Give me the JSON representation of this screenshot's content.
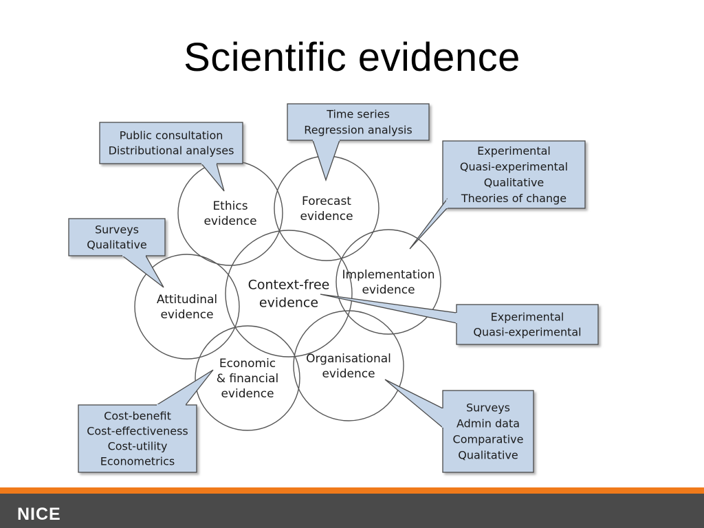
{
  "title": "Scientific evidence",
  "circles": [
    {
      "id": "ethics",
      "lines": [
        "Ethics",
        "evidence"
      ]
    },
    {
      "id": "forecast",
      "lines": [
        "Forecast",
        "evidence"
      ]
    },
    {
      "id": "attitudinal",
      "lines": [
        "Attitudinal",
        "evidence"
      ]
    },
    {
      "id": "context-free",
      "lines": [
        "Context-free",
        "evidence"
      ]
    },
    {
      "id": "implementation",
      "lines": [
        "Implementation",
        "evidence"
      ]
    },
    {
      "id": "economic",
      "lines": [
        "Economic",
        "& financial",
        "evidence"
      ]
    },
    {
      "id": "organisational",
      "lines": [
        "Organisational",
        "evidence"
      ]
    }
  ],
  "callouts": [
    {
      "id": "ethics",
      "lines": [
        "Public consultation",
        "Distributional analyses"
      ]
    },
    {
      "id": "forecast",
      "lines": [
        "Time series",
        "Regression analysis"
      ]
    },
    {
      "id": "implementation",
      "lines": [
        "Experimental",
        "Quasi-experimental",
        "Qualitative",
        "Theories of change"
      ]
    },
    {
      "id": "attitudinal",
      "lines": [
        "Surveys",
        "Qualitative"
      ]
    },
    {
      "id": "context-free",
      "lines": [
        "Experimental",
        "Quasi-experimental"
      ]
    },
    {
      "id": "economic",
      "lines": [
        "Cost-benefit",
        "Cost-effectiveness",
        "Cost-utility",
        "Econometrics"
      ]
    },
    {
      "id": "organisational",
      "lines": [
        "Surveys",
        "Admin data",
        "Comparative",
        "Qualitative"
      ]
    }
  ],
  "footer": {
    "logo_text": "NICE"
  },
  "colors": {
    "callout_fill": "#c5d5e8",
    "circle_stroke": "#555555",
    "footer_bg": "#4a4a4a",
    "accent": "#f07a1a"
  }
}
